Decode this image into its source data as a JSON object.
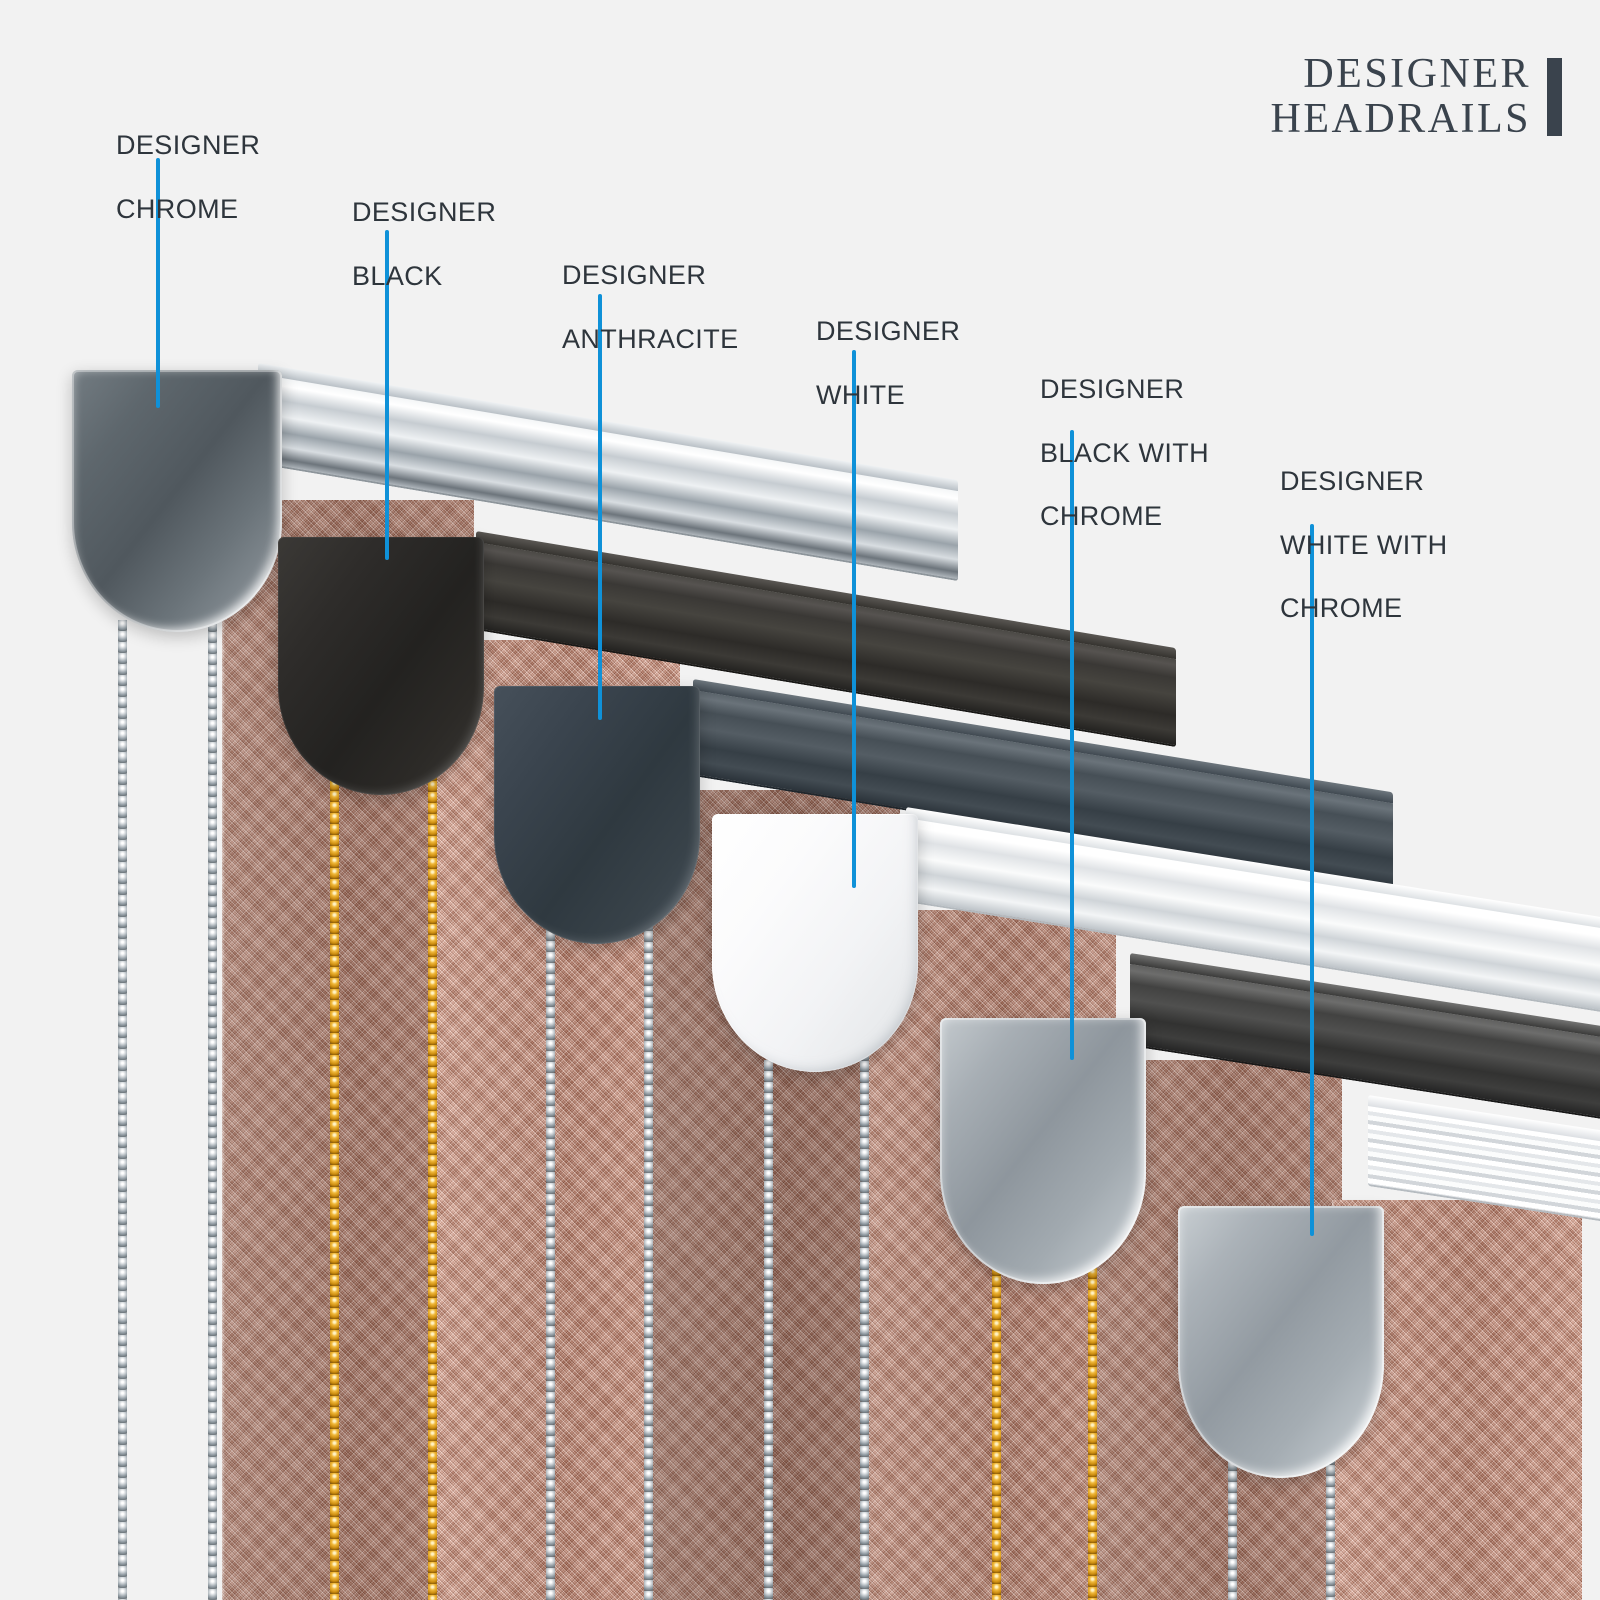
{
  "background_color": "#f2f2f2",
  "brand": {
    "line1": "DESIGNER",
    "line2": "HEADRAILS",
    "accent_bar_color": "#3a434d",
    "text_color": "#3a434d"
  },
  "leader_line_color": "#0f91d8",
  "label_text_color": "#2e353c",
  "callouts": [
    {
      "id": "designer-chrome",
      "line1": "DESIGNER",
      "line2": "CHROME",
      "line3": ""
    },
    {
      "id": "designer-black",
      "line1": "DESIGNER",
      "line2": "BLACK",
      "line3": ""
    },
    {
      "id": "designer-anthracite",
      "line1": "DESIGNER",
      "line2": "ANTHRACITE",
      "line3": ""
    },
    {
      "id": "designer-white",
      "line1": "DESIGNER",
      "line2": "WHITE",
      "line3": ""
    },
    {
      "id": "designer-black-chrome",
      "line1": "DESIGNER",
      "line2": "BLACK WITH",
      "line3": "CHROME"
    },
    {
      "id": "designer-white-chrome",
      "line1": "DESIGNER",
      "line2": "WHITE WITH",
      "line3": "CHROME"
    }
  ],
  "products": [
    {
      "id": "designer-chrome",
      "endcap_color": "#5d666c",
      "rail_color": "#d7dade",
      "chain_color": "silver"
    },
    {
      "id": "designer-black",
      "endcap_color": "#2b2927",
      "rail_color": "#35332f",
      "chain_color": "gold"
    },
    {
      "id": "designer-anthracite",
      "endcap_color": "#36414a",
      "rail_color": "#434c53",
      "chain_color": "silver"
    },
    {
      "id": "designer-white",
      "endcap_color": "#f6f7f8",
      "rail_color": "#eceef0",
      "chain_color": "silver"
    },
    {
      "id": "designer-black-chrome",
      "endcap_color": "#9aa2a8",
      "rail_color": "#3a3a3a",
      "chain_color": "gold"
    },
    {
      "id": "designer-white-chrome",
      "endcap_color": "#9aa2a8",
      "rail_color": "#f2f3f4",
      "chain_color": "silver"
    }
  ],
  "fabric": {
    "name": "herringbone-fabric",
    "base_color": "#a9705c"
  }
}
